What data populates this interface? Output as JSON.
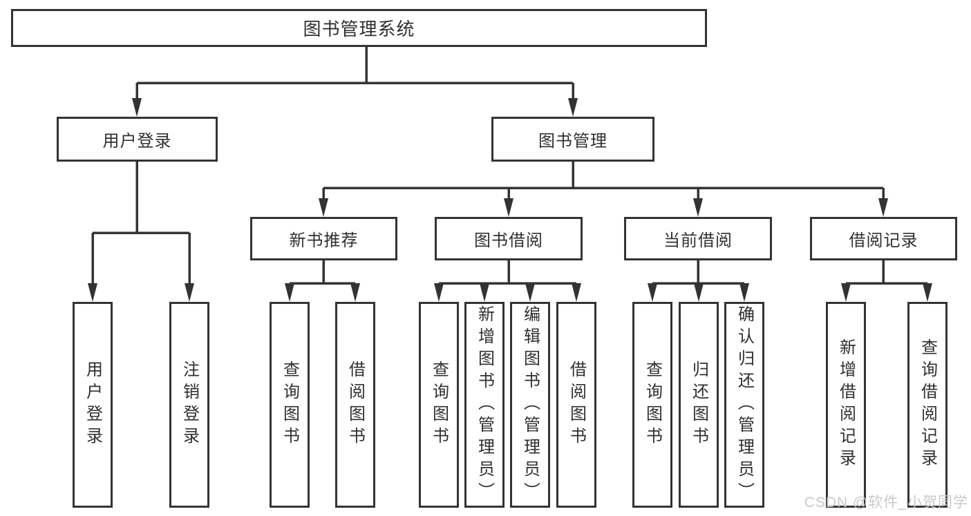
{
  "diagram_title": "图书管理系统",
  "watermark": "CSDN @软件_小贺同学",
  "colors": {
    "line": "#333333",
    "text": "#2f2f2f",
    "box_fill": "#ffffff",
    "background": "#ffffff",
    "watermark": "#c9c9c9"
  },
  "nodes": {
    "root": {
      "label": "图书管理系统"
    },
    "user_login": {
      "label": "用户登录"
    },
    "book_mgmt": {
      "label": "图书管理"
    },
    "leaf_login": {
      "label": "用户登录"
    },
    "leaf_logout": {
      "label": "注销登录"
    },
    "new_book": {
      "label": "新书推荐"
    },
    "borrow": {
      "label": "图书借阅"
    },
    "current": {
      "label": "当前借阅"
    },
    "records": {
      "label": "借阅记录"
    },
    "nb_query": {
      "label": "查询图书"
    },
    "nb_borrow": {
      "label": "借阅图书"
    },
    "bw_query": {
      "label": "查询图书"
    },
    "bw_add": {
      "label": "新增图书（管理员）"
    },
    "bw_edit": {
      "label": "编辑图书（管理员）"
    },
    "bw_borrow": {
      "label": "借阅图书"
    },
    "cu_query": {
      "label": "查询图书"
    },
    "cu_return": {
      "label": "归还图书"
    },
    "cu_confirm": {
      "label": "确认归还（管理员）"
    },
    "rc_add": {
      "label": "新增借阅记录"
    },
    "rc_query": {
      "label": "查询借阅记录"
    }
  },
  "structure": {
    "root": [
      "user_login",
      "book_mgmt"
    ],
    "user_login": [
      "leaf_login",
      "leaf_logout"
    ],
    "book_mgmt": [
      "new_book",
      "borrow",
      "current",
      "records"
    ],
    "new_book": [
      "nb_query",
      "nb_borrow"
    ],
    "borrow": [
      "bw_query",
      "bw_add",
      "bw_edit",
      "bw_borrow"
    ],
    "current": [
      "cu_query",
      "cu_return",
      "cu_confirm"
    ],
    "records": [
      "rc_add",
      "rc_query"
    ]
  }
}
